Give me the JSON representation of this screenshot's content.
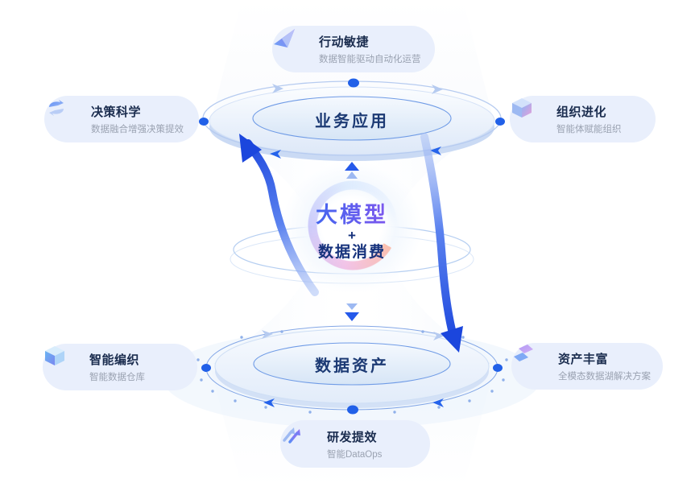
{
  "diagram": {
    "center": {
      "line1": "大模型",
      "plus": "+",
      "line2": "数据消费"
    },
    "top_disc": {
      "label": "业务应用"
    },
    "bottom_disc": {
      "label": "数据资产"
    }
  },
  "cards": [
    {
      "id": "action-agility",
      "title": "行动敏捷",
      "subtitle": "数据智能驱动自动化运营",
      "icon": "pyramid-icon"
    },
    {
      "id": "decision-science",
      "title": "决策科学",
      "subtitle": "数据融合增强决策提效",
      "icon": "sync-loop-icon"
    },
    {
      "id": "organization-evolution",
      "title": "组织进化",
      "subtitle": "智能体赋能组织",
      "icon": "cube-icon"
    },
    {
      "id": "intelligent-weaving",
      "title": "智能编织",
      "subtitle": "智能数据仓库",
      "icon": "crystal-cube-icon"
    },
    {
      "id": "asset-rich",
      "title": "资产丰富",
      "subtitle": "全模态数据湖解决方案",
      "icon": "layers-icon"
    },
    {
      "id": "rnd-efficiency",
      "title": "研发提效",
      "subtitle": "智能DataOps",
      "icon": "double-arrows-icon"
    }
  ],
  "colors": {
    "accent_blue": "#2160e8",
    "deep_navy": "#1c3a74",
    "title_navy": "#1a2c4e",
    "subtitle_gray": "#9aa2b1",
    "card_bg": "#e9effc",
    "orbit_line": "#b6cbf0",
    "arrow_dark": "#1b46dd",
    "arrow_light": "#a9c0f5",
    "center_gradient_start": "#2e6bf0",
    "center_gradient_end": "#9a4ff0"
  }
}
